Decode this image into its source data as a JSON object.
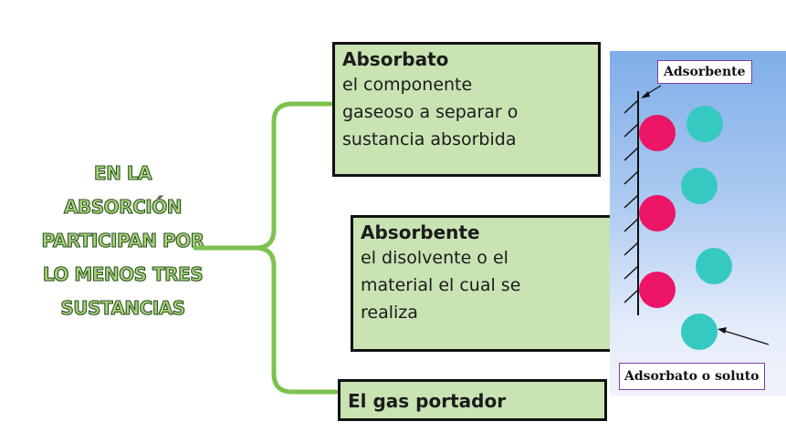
{
  "main_title": {
    "lines": [
      "EN LA",
      "ABSORCIÓN",
      "PARTICIPAN POR",
      "LO MENOS TRES",
      "SUSTANCIAS"
    ]
  },
  "boxes": [
    {
      "title": "Absorbato",
      "lines": [
        "el componente",
        "gaseoso a separar o",
        "sustancia absorbida"
      ]
    },
    {
      "title": "Absorbente",
      "lines": [
        "el disolvente o el",
        "material el cual se",
        "realiza"
      ]
    },
    {
      "title": "El gas portador"
    }
  ],
  "figure": {
    "label_top": "Adsorbente",
    "label_bottom": "Adsorbato o soluto"
  },
  "colors": {
    "box_fill": "#c9e3b3",
    "brace": "#7cc34e",
    "title_fill": "#a6d57e",
    "particle_red": "#ec1566",
    "particle_teal": "#36c9c2"
  }
}
